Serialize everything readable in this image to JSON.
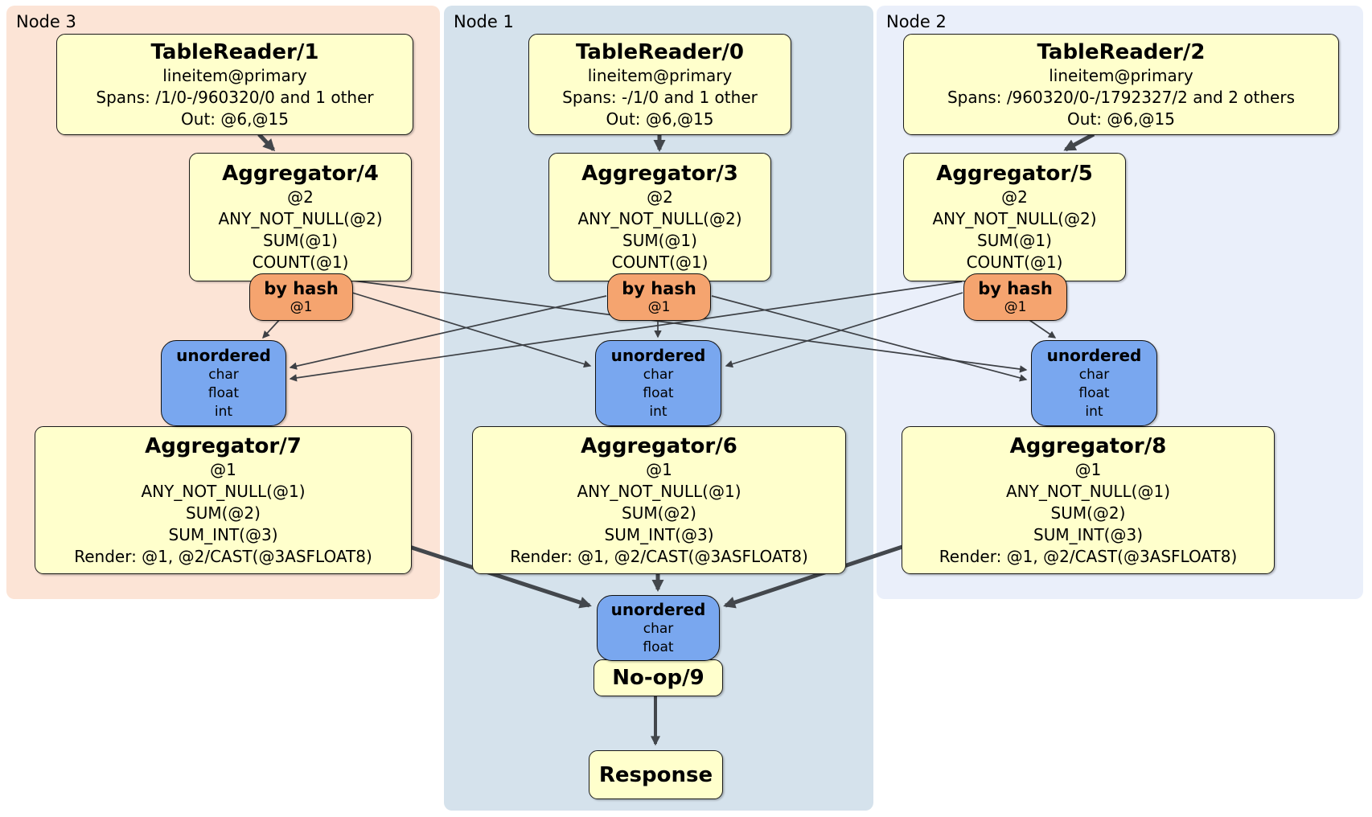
{
  "diagram": {
    "nodes": [
      {
        "label": "Node 3",
        "table_reader": {
          "title": "TableReader/1",
          "lines": [
            "lineitem@primary",
            "Spans: /1/0-/960320/0 and 1 other",
            "Out: @6,@15"
          ]
        },
        "aggregator": {
          "title": "Aggregator/4",
          "lines": [
            "@2",
            "ANY_NOT_NULL(@2)",
            "SUM(@1)",
            "COUNT(@1)"
          ]
        },
        "router": {
          "title": "by hash",
          "lines": [
            "@1"
          ]
        },
        "sync": {
          "title": "unordered",
          "lines": [
            "char",
            "float",
            "int"
          ]
        },
        "final_aggregator": {
          "title": "Aggregator/7",
          "lines": [
            "@1",
            "ANY_NOT_NULL(@1)",
            "SUM(@2)",
            "SUM_INT(@3)",
            "Render: @1, @2/CAST(@3ASFLOAT8)"
          ]
        }
      },
      {
        "label": "Node 1",
        "table_reader": {
          "title": "TableReader/0",
          "lines": [
            "lineitem@primary",
            "Spans: -/1/0 and 1 other",
            "Out: @6,@15"
          ]
        },
        "aggregator": {
          "title": "Aggregator/3",
          "lines": [
            "@2",
            "ANY_NOT_NULL(@2)",
            "SUM(@1)",
            "COUNT(@1)"
          ]
        },
        "router": {
          "title": "by hash",
          "lines": [
            "@1"
          ]
        },
        "sync": {
          "title": "unordered",
          "lines": [
            "char",
            "float",
            "int"
          ]
        },
        "final_aggregator": {
          "title": "Aggregator/6",
          "lines": [
            "@1",
            "ANY_NOT_NULL(@1)",
            "SUM(@2)",
            "SUM_INT(@3)",
            "Render: @1, @2/CAST(@3ASFLOAT8)"
          ]
        }
      },
      {
        "label": "Node 2",
        "table_reader": {
          "title": "TableReader/2",
          "lines": [
            "lineitem@primary",
            "Spans: /960320/0-/1792327/2 and 2 others",
            "Out: @6,@15"
          ]
        },
        "aggregator": {
          "title": "Aggregator/5",
          "lines": [
            "@2",
            "ANY_NOT_NULL(@2)",
            "SUM(@1)",
            "COUNT(@1)"
          ]
        },
        "router": {
          "title": "by hash",
          "lines": [
            "@1"
          ]
        },
        "sync": {
          "title": "unordered",
          "lines": [
            "char",
            "float",
            "int"
          ]
        },
        "final_aggregator": {
          "title": "Aggregator/8",
          "lines": [
            "@1",
            "ANY_NOT_NULL(@1)",
            "SUM(@2)",
            "SUM_INT(@3)",
            "Render: @1, @2/CAST(@3ASFLOAT8)"
          ]
        }
      }
    ],
    "final": {
      "sync": {
        "title": "unordered",
        "lines": [
          "char",
          "float"
        ]
      },
      "noop": {
        "title": "No-op/9"
      },
      "response": {
        "title": "Response"
      }
    },
    "colors": {
      "node3_panel": "#fce4d6",
      "node1_panel": "#d5e2ec",
      "node2_panel": "#eaeffa",
      "processor_box": "#ffffcc",
      "router_box": "#f5a46f",
      "sync_box": "#79a7ef",
      "edge": "#43474c"
    }
  }
}
